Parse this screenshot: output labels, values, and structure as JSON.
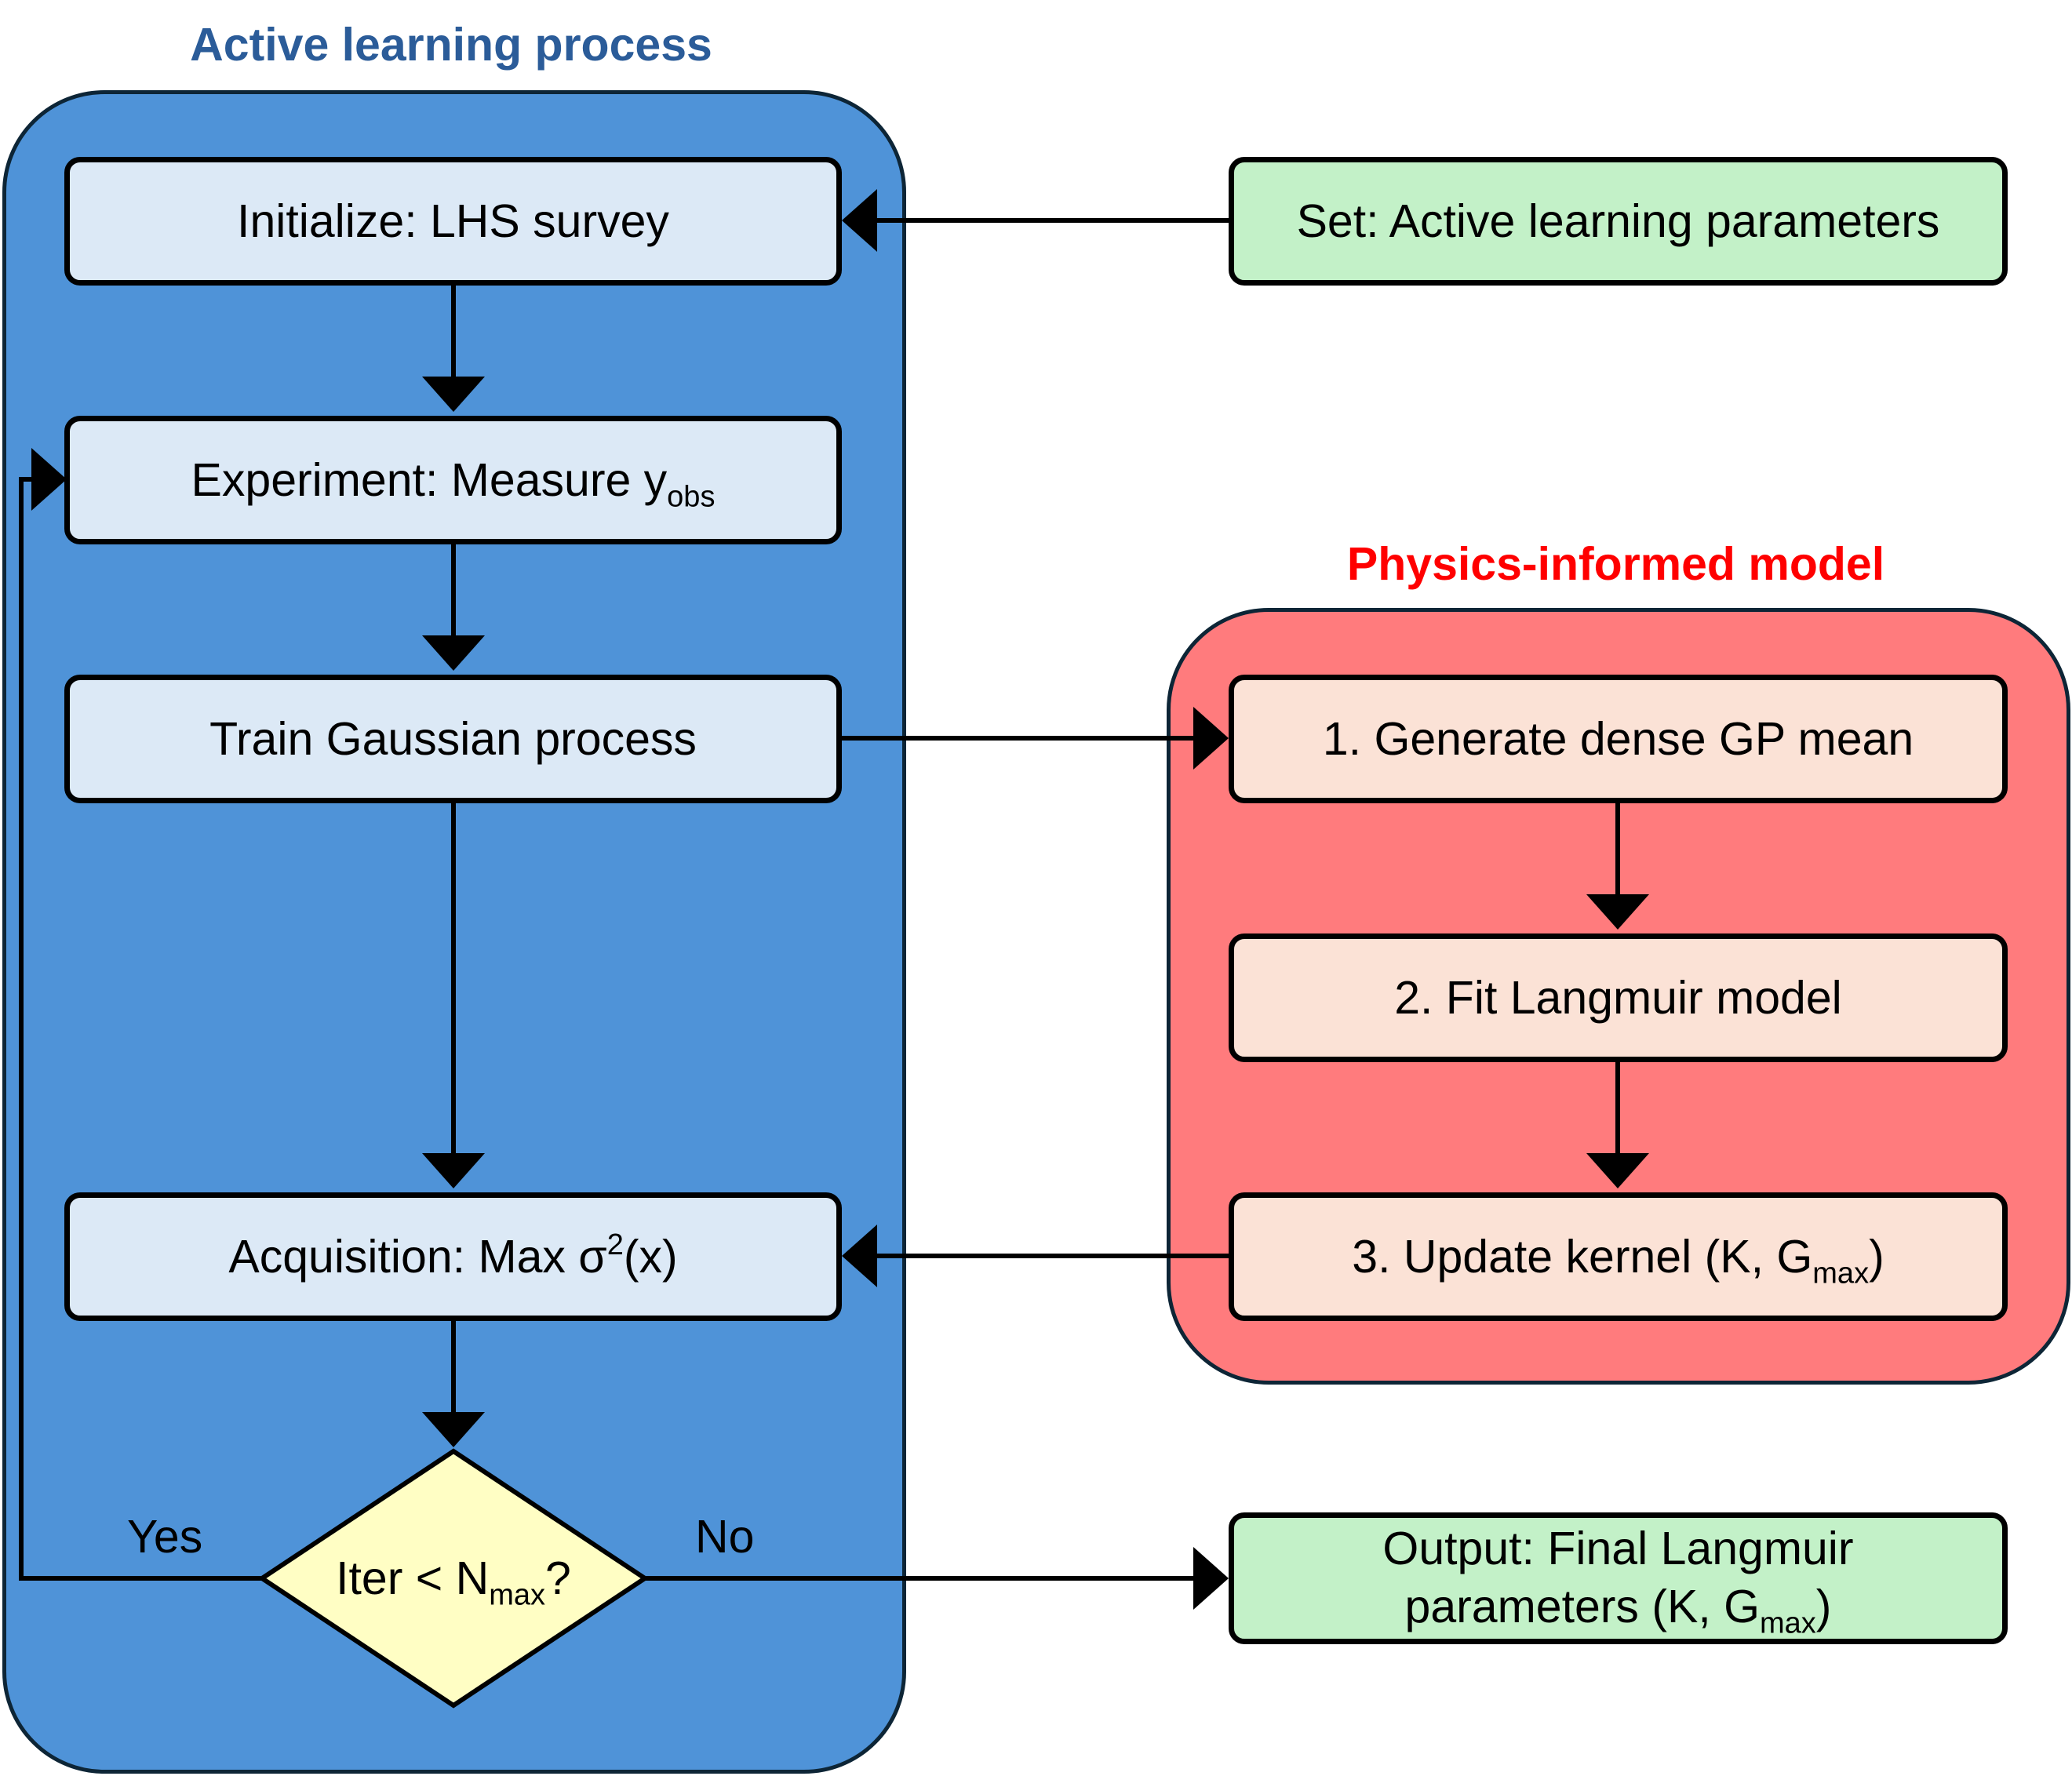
{
  "groups": {
    "active_learning": {
      "title": "Active learning process",
      "title_color": "#2b5c99",
      "fill": "#4f93d8"
    },
    "physics_model": {
      "title": "Physics-informed model",
      "title_color": "#ff0000",
      "fill": "#ff7b7d"
    }
  },
  "nodes": {
    "initialize": {
      "text": "Initialize: LHS survey"
    },
    "experiment": {
      "text": "Experiment: Measure y",
      "sub": "obs"
    },
    "train": {
      "text": "Train Gaussian process"
    },
    "acquisition": {
      "text": "Acquisition: Max σ",
      "sup": "2",
      "tail": "(x)"
    },
    "decision": {
      "text": "Iter < N",
      "sub": "max",
      "tail": "?"
    },
    "set_params": {
      "text": "Set: Active learning parameters"
    },
    "generate": {
      "text": "1. Generate dense GP mean"
    },
    "fit": {
      "text": "2. Fit Langmuir model"
    },
    "update": {
      "text": "3. Update kernel (K, G",
      "sub": "max",
      "tail": ")"
    },
    "output": {
      "line1": "Output: Final Langmuir",
      "line2": "parameters (K, G",
      "sub": "max",
      "tail": ")"
    }
  },
  "edge_labels": {
    "yes": "Yes",
    "no": "No"
  },
  "colors": {
    "node_blue": "#dce9f6",
    "node_green": "#c3f1c8",
    "node_peach": "#fbe2d6",
    "decision_fill": "#fffec4",
    "stroke": "#000000"
  }
}
